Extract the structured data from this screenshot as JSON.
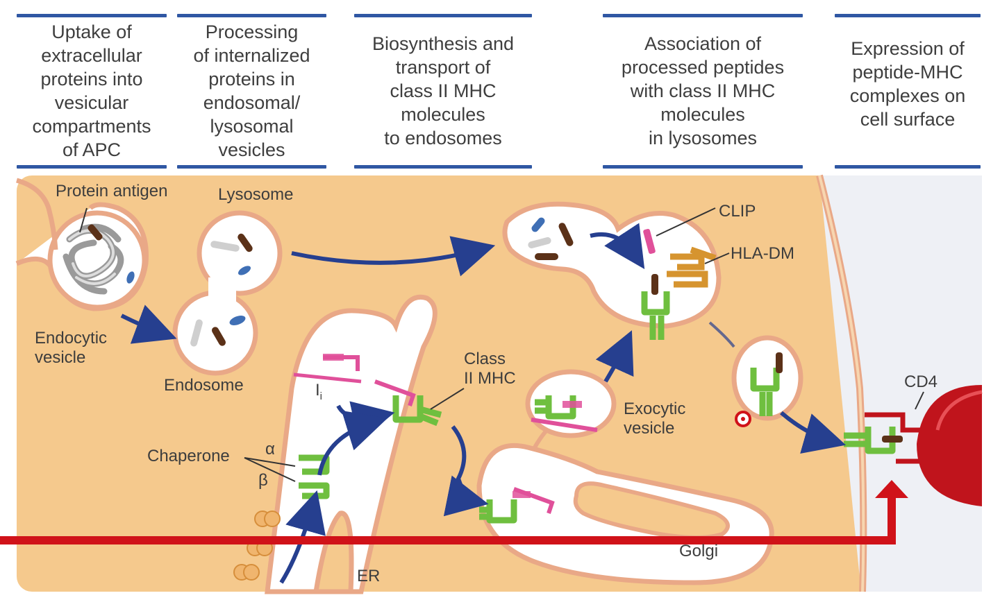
{
  "steps": [
    "Uptake of\nextracellular\nproteins into\nvesicular\ncompartments\nof APC",
    "Processing\nof internalized\nproteins in\nendosomal/\nlysosomal\nvesicles",
    "Biosynthesis and\ntransport of\nclass II MHC\nmolecules\nto endosomes",
    "Association of\nprocessed peptides\nwith class II MHC\nmolecules\nin lysosomes",
    "Expression of\npeptide-MHC\ncomplexes on\ncell surface"
  ],
  "labels": {
    "protein_antigen": "Protein antigen",
    "lysosome": "Lysosome",
    "endocytic_vesicle_1": "Endocytic",
    "endocytic_vesicle_2": "vesicle",
    "endosome": "Endosome",
    "ii": "I",
    "ii_sub": "i",
    "class_ii_mhc_1": "Class",
    "class_ii_mhc_2": "II MHC",
    "chaperone": "Chaperone",
    "alpha": "α",
    "beta": "β",
    "clip": "CLIP",
    "hla_dm": "HLA-DM",
    "exocytic_vesicle_1": "Exocytic",
    "exocytic_vesicle_2": "vesicle",
    "cd4": "CD4",
    "golgi": "Golgi",
    "er": "ER"
  },
  "colors": {
    "cytoplasm": "#f5c98d",
    "membrane_outline": "#e9a887",
    "arrow_blue": "#263f8f",
    "mhc_green": "#6fbf3f",
    "clip_pink": "#e0509a",
    "hla_dm_orange": "#d6942f",
    "peptide_brown": "#5b3118",
    "tcell_red": "#c0141c",
    "highlight_red": "#d01219"
  }
}
